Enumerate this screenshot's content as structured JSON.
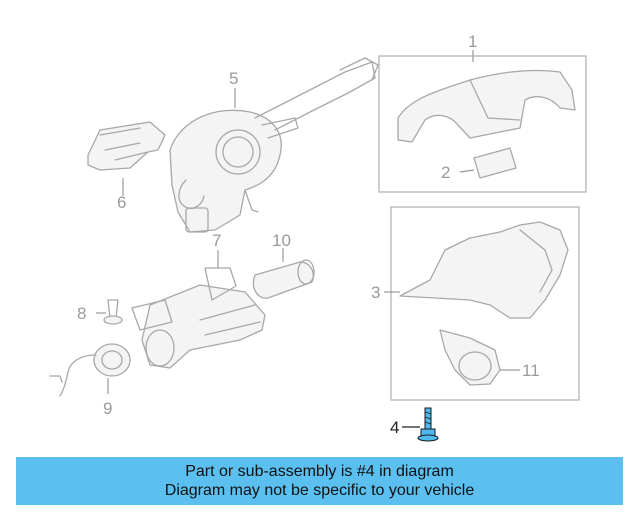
{
  "diagram": {
    "callouts": [
      "1",
      "2",
      "3",
      "4",
      "5",
      "6",
      "7",
      "8",
      "9",
      "10",
      "11"
    ],
    "highlighted_callout": "4",
    "colors": {
      "highlight_part": "#4fb8ec",
      "line_art": "#a8a8a8",
      "banner": "#5bc0f0"
    }
  },
  "banner": {
    "line1": "Part or sub-assembly is #4 in diagram",
    "line2": "Diagram may not be specific to your vehicle"
  }
}
